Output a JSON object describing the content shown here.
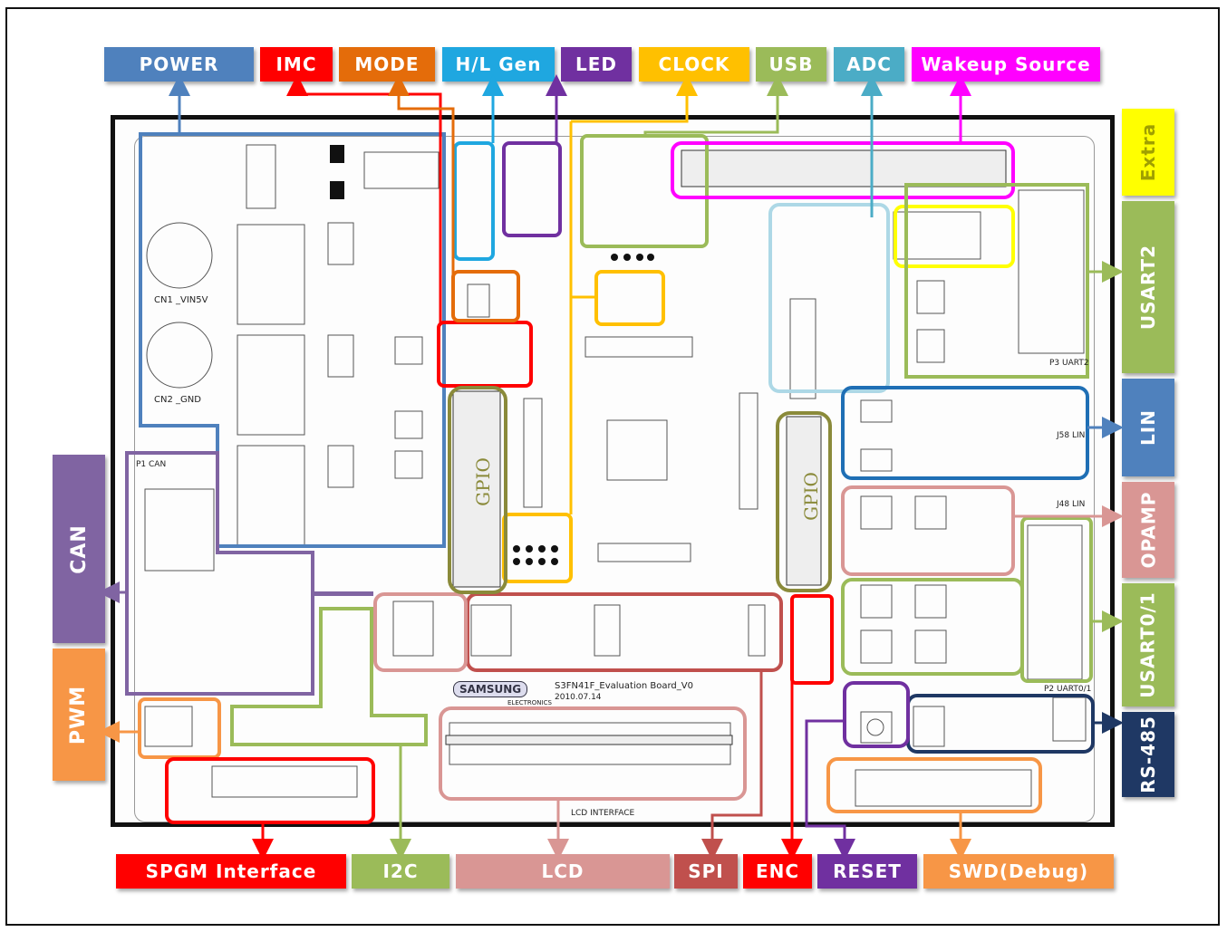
{
  "top_labels": [
    {
      "id": "power",
      "text": "POWER",
      "color": "#4f81bd"
    },
    {
      "id": "imc",
      "text": "IMC",
      "color": "#ff0000"
    },
    {
      "id": "mode",
      "text": "MODE",
      "color": "#e46c0a"
    },
    {
      "id": "hlgen",
      "text": "H/L Gen",
      "color": "#1fa7e0"
    },
    {
      "id": "led",
      "text": "LED",
      "color": "#7030a0"
    },
    {
      "id": "clock",
      "text": "CLOCK",
      "color": "#ffc000"
    },
    {
      "id": "usb",
      "text": "USB",
      "color": "#9bbb59"
    },
    {
      "id": "adc",
      "text": "ADC",
      "color": "#4bacc6"
    },
    {
      "id": "wakeup",
      "text": "Wakeup Source",
      "color": "#ff00ff"
    }
  ],
  "right_labels": [
    {
      "id": "extra",
      "text": "Extra",
      "color": "#ffff00",
      "textColor": "#a0a000"
    },
    {
      "id": "usart2",
      "text": "USART2",
      "color": "#9bbb59",
      "textColor": "#ffffff"
    },
    {
      "id": "lin",
      "text": "LIN",
      "color": "#4f81bd",
      "textColor": "#ffffff"
    },
    {
      "id": "opamp",
      "text": "OPAMP",
      "color": "#d99694",
      "textColor": "#ffffff"
    },
    {
      "id": "usart01",
      "text": "USART0/1",
      "color": "#9bbb59",
      "textColor": "#ffffff"
    },
    {
      "id": "rs485",
      "text": "RS-485",
      "color": "#1f3864",
      "textColor": "#ffffff"
    }
  ],
  "left_labels": [
    {
      "id": "can",
      "text": "CAN",
      "color": "#8064a2"
    },
    {
      "id": "pwm",
      "text": "PWM",
      "color": "#f79646"
    }
  ],
  "bottom_labels": [
    {
      "id": "spgm",
      "text": "SPGM Interface",
      "color": "#ff0000"
    },
    {
      "id": "i2c",
      "text": "I2C",
      "color": "#9bbb59"
    },
    {
      "id": "lcd",
      "text": "LCD",
      "color": "#d99694"
    },
    {
      "id": "spi",
      "text": "SPI",
      "color": "#c0504d"
    },
    {
      "id": "enc",
      "text": "ENC",
      "color": "#ff0000"
    },
    {
      "id": "reset",
      "text": "RESET",
      "color": "#7030a0"
    },
    {
      "id": "swd",
      "text": "SWD(Debug)",
      "color": "#f79646"
    }
  ],
  "board_text": {
    "cn1": "CN1 _VIN5V",
    "cn2": "CN2 _GND",
    "p1can": "P1 CAN",
    "gpio_left": "GPIO",
    "gpio_right": "GPIO",
    "samsung": "SAMSUNG",
    "electronics": "ELECTRONICS",
    "board_title": "S3FN41F_Evaluation Board_V0",
    "board_date": "2010.07.14",
    "lcd_interface": "LCD INTERFACE",
    "p3_uart2": "P3 UART2",
    "j58_lin": "J58 LIN",
    "j48_lin": "J48 LIN",
    "p2_uart": "P2 UART0/1"
  }
}
